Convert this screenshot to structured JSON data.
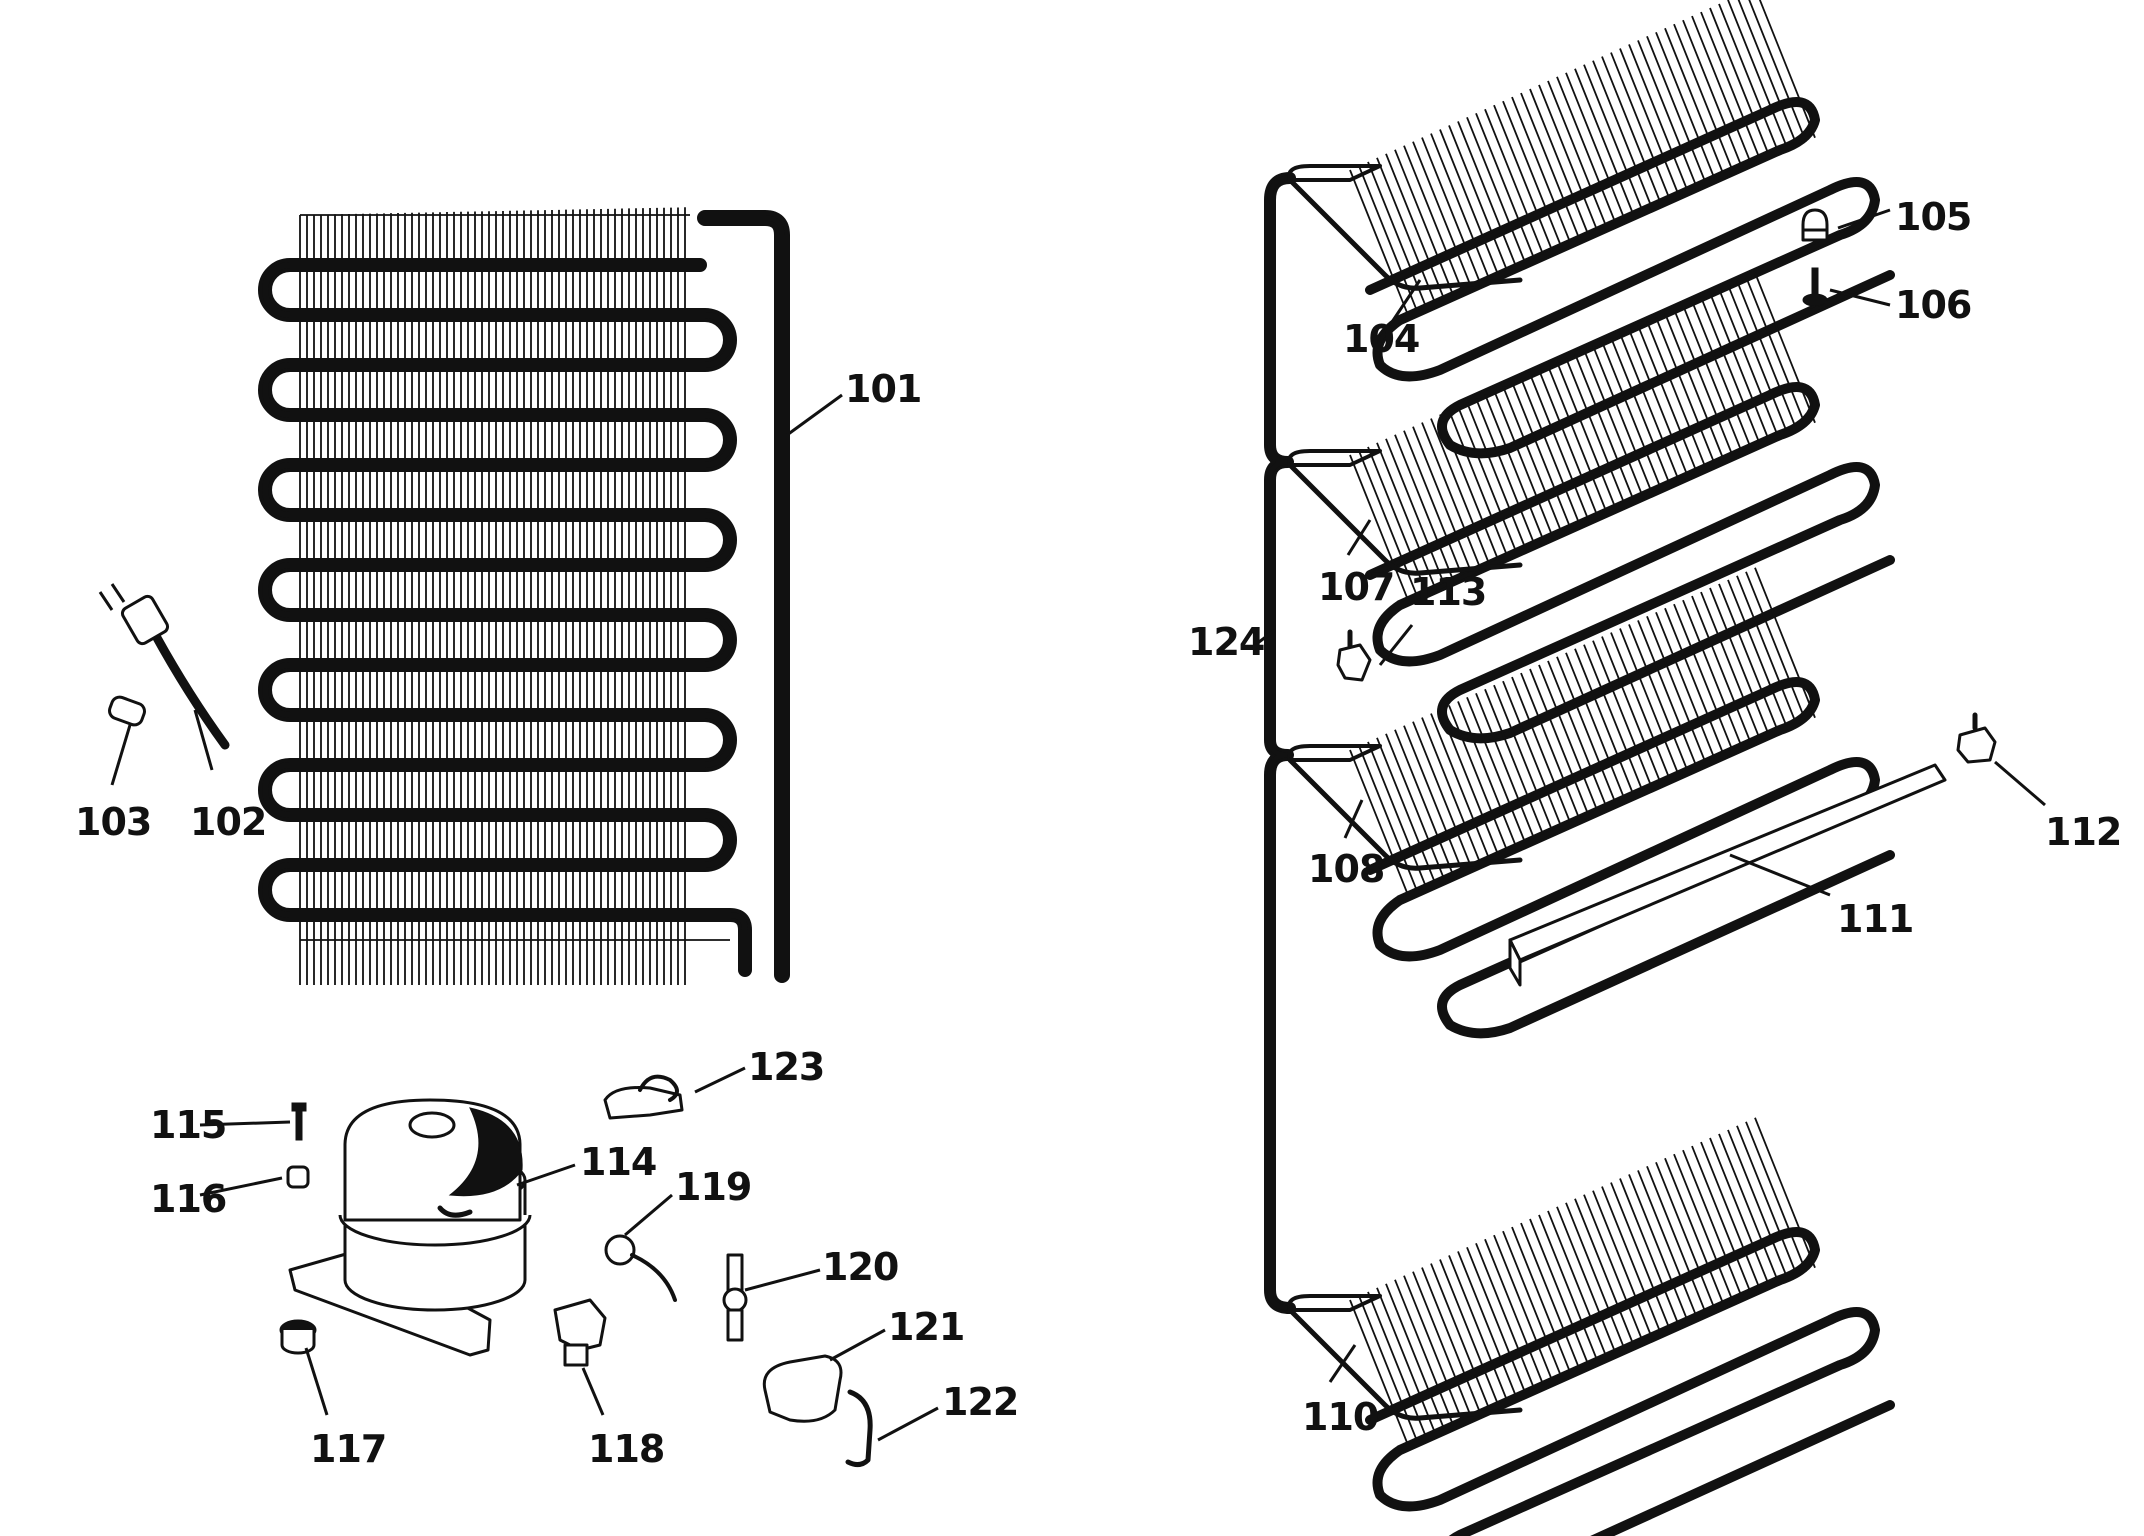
{
  "diagram": {
    "callouts": [
      {
        "id": "c101",
        "text": "101"
      },
      {
        "id": "c102",
        "text": "102"
      },
      {
        "id": "c103",
        "text": "103"
      },
      {
        "id": "c104",
        "text": "104"
      },
      {
        "id": "c105",
        "text": "105"
      },
      {
        "id": "c106",
        "text": "106"
      },
      {
        "id": "c107",
        "text": "107"
      },
      {
        "id": "c108",
        "text": "108"
      },
      {
        "id": "c110",
        "text": "110"
      },
      {
        "id": "c111",
        "text": "111"
      },
      {
        "id": "c112",
        "text": "112"
      },
      {
        "id": "c113",
        "text": "113"
      },
      {
        "id": "c114",
        "text": "114"
      },
      {
        "id": "c115",
        "text": "115"
      },
      {
        "id": "c116",
        "text": "116"
      },
      {
        "id": "c117",
        "text": "117"
      },
      {
        "id": "c118",
        "text": "118"
      },
      {
        "id": "c119",
        "text": "119"
      },
      {
        "id": "c120",
        "text": "120"
      },
      {
        "id": "c121",
        "text": "121"
      },
      {
        "id": "c122",
        "text": "122"
      },
      {
        "id": "c123",
        "text": "123"
      },
      {
        "id": "c124",
        "text": "124"
      }
    ]
  }
}
